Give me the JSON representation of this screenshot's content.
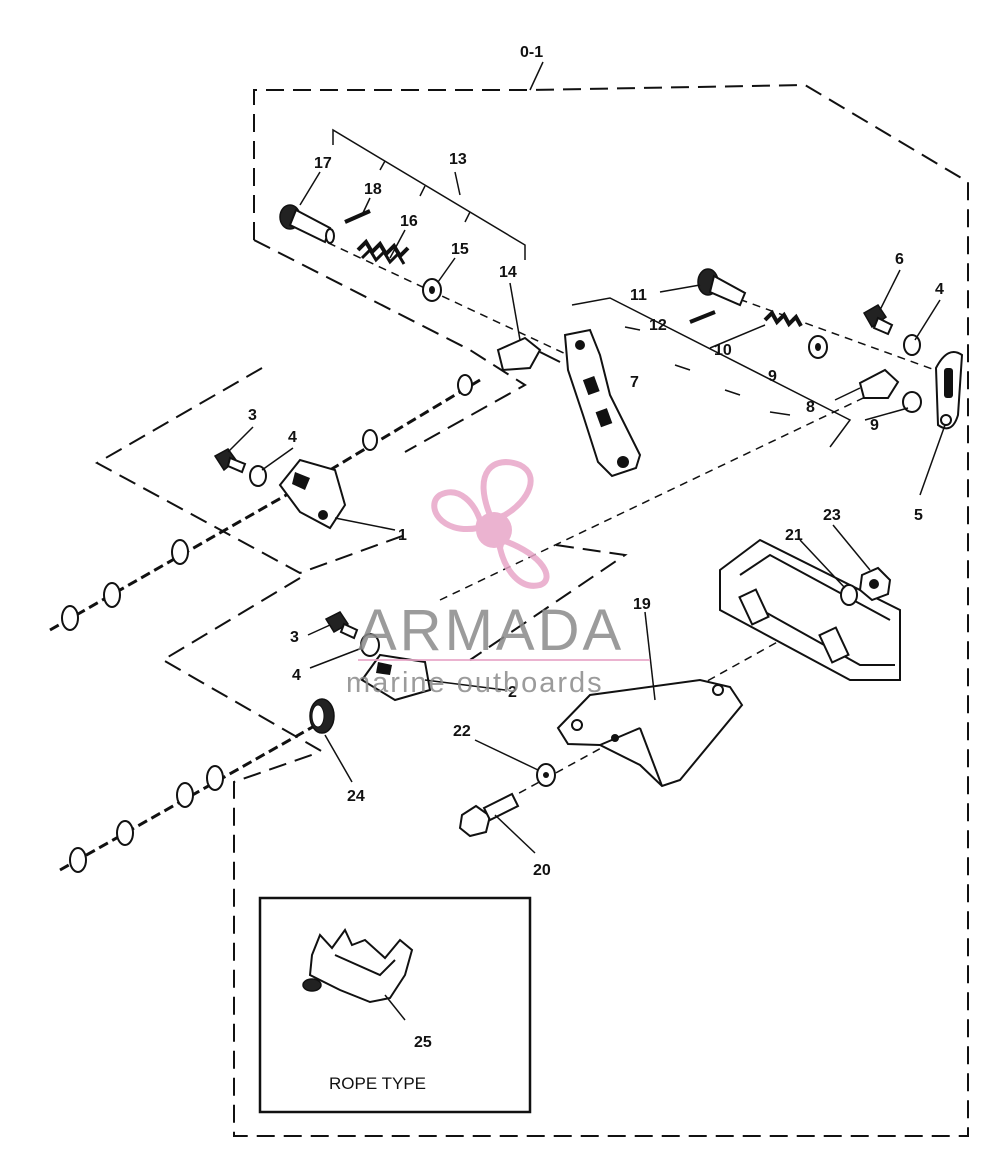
{
  "diagram": {
    "group_label": "0-1",
    "callouts": [
      "17",
      "18",
      "13",
      "16",
      "15",
      "14",
      "11",
      "12",
      "10",
      "7",
      "9",
      "8",
      "9",
      "6",
      "4",
      "5",
      "3",
      "4",
      "1",
      "3",
      "4",
      "2",
      "24",
      "19",
      "21",
      "23",
      "22",
      "20",
      "25"
    ],
    "inset": {
      "label": "ROPE TYPE",
      "callout": "25"
    }
  },
  "watermark": {
    "brand": "ARMADA",
    "tagline": "marine outboards",
    "logo": "propeller-logo",
    "colors": {
      "propeller": "#e8a6c8",
      "text": "#8a8a8a"
    }
  }
}
